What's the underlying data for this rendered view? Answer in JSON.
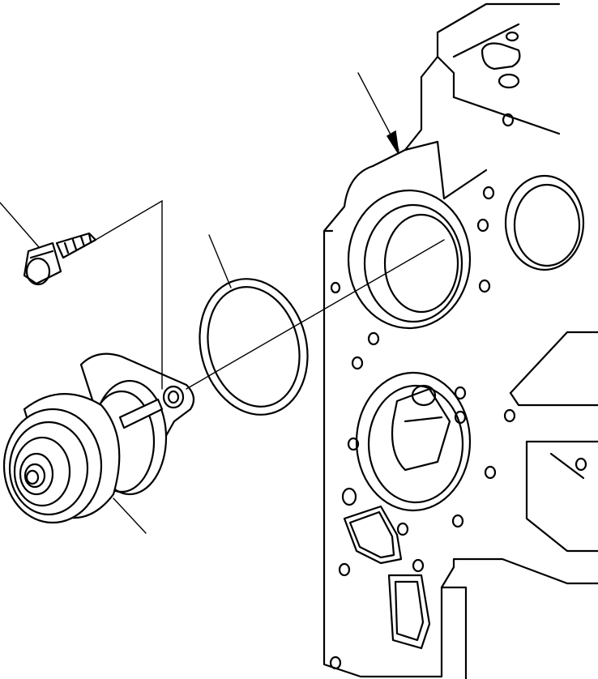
{
  "diagram": {
    "kind": "exploded-parts-drawing",
    "colors": {
      "line": "#000000",
      "background": "#ffffff"
    },
    "parts": [
      {
        "name": "flange-bolt",
        "callout": ""
      },
      {
        "name": "idler-pulley-assembly",
        "callout": ""
      },
      {
        "name": "gasket-ring",
        "callout": ""
      },
      {
        "name": "engine-front-cover",
        "callout": ""
      }
    ]
  }
}
